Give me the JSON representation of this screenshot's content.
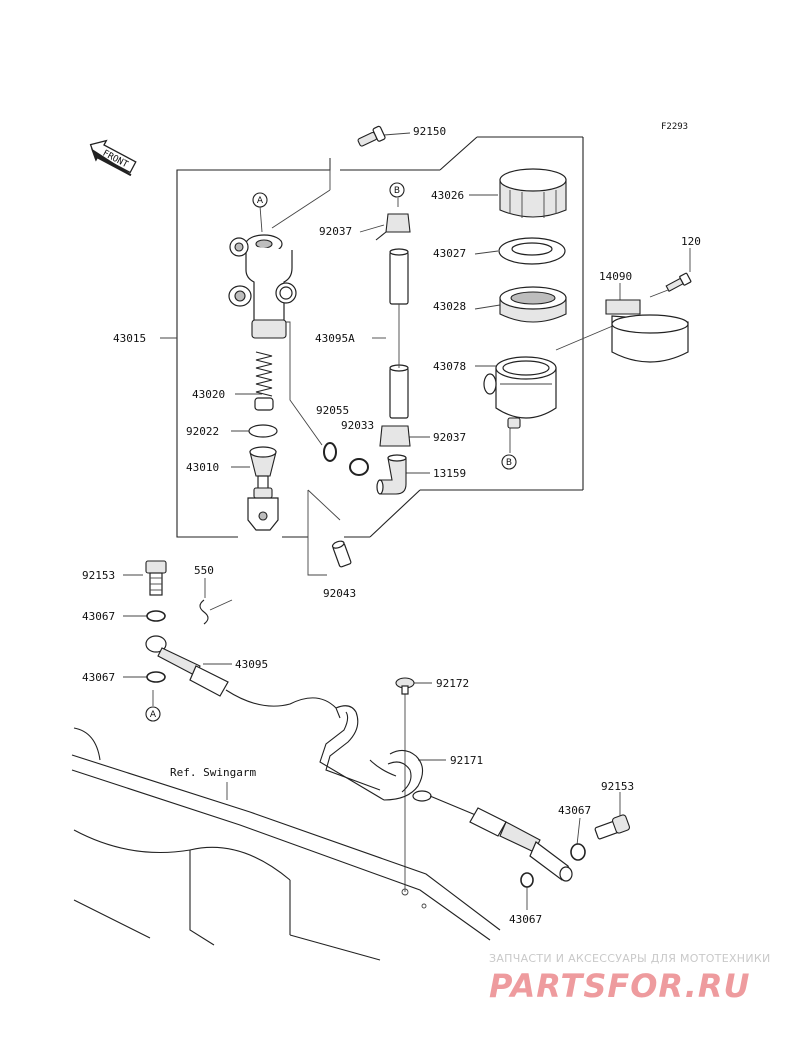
{
  "figure_code": "F2293",
  "front_arrow_label": "FRONT",
  "ref_label": "Ref. Swingarm",
  "callout_markers": {
    "a": "A",
    "b": "B"
  },
  "parts": {
    "p92150": "92150",
    "p43026": "43026",
    "p92037_top": "92037",
    "p43027": "43027",
    "p43028": "43028",
    "p120": "120",
    "p14090": "14090",
    "p43015": "43015",
    "p43095A": "43095A",
    "p43078": "43078",
    "p43020": "43020",
    "p92055": "92055",
    "p92033": "92033",
    "p92037_bot": "92037",
    "p92022": "92022",
    "p43010": "43010",
    "p13159": "13159",
    "p92153_left": "92153",
    "p550": "550",
    "p92043": "92043",
    "p43067_a": "43067",
    "p43095": "43095",
    "p43067_b": "43067",
    "p92172": "92172",
    "p92171": "92171",
    "p92153_right": "92153",
    "p43067_c": "43067",
    "p43067_d": "43067"
  },
  "watermark": {
    "tagline": "ЗАПЧАСТИ И АКСЕССУАРЫ ДЛЯ МОТОТЕХНИКИ",
    "brand": "PARTSFOR.RU",
    "brand_color": "#e0484e"
  }
}
